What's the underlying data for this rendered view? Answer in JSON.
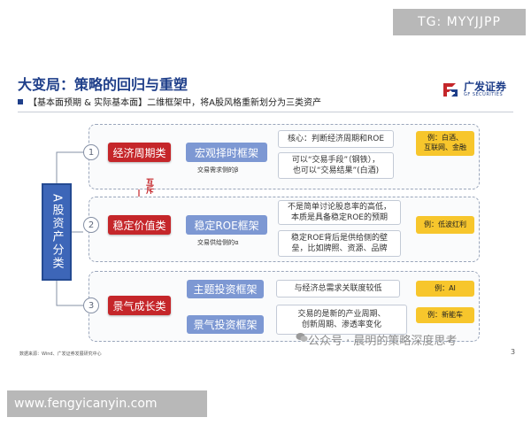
{
  "watermark_top": "TG: MYYJJPP",
  "watermark_bottom": "www.fengyicanyin.com",
  "title": "大变局：策略的回归与重塑",
  "subtitle": "【基本面预期 & 实际基本面】二维框架中，将A股风格重新划分为三类资产",
  "logo": {
    "main": "广发证券",
    "sub": "GF SECURITIES"
  },
  "asset_label": "A股资产分类",
  "mutual_label": "互斥",
  "sections": [
    {
      "number": "1",
      "category": "经济周期类",
      "frames": [
        {
          "label": "宏观择时框架",
          "caption": "交易需求侧的β"
        }
      ],
      "descriptions": [
        "核心：判断经济周期和ROE",
        "可以“交易手段”（钢铁），\n也可以“交易结果”(白酒)"
      ],
      "example": "例：白酒、\n互联网、金融"
    },
    {
      "number": "2",
      "category": "稳定价值类",
      "frames": [
        {
          "label": "稳定ROE框架",
          "caption": "交易供给侧的α"
        }
      ],
      "descriptions": [
        "不是简单讨论股息率的高低，\n本质是具备稳定ROE的预期",
        "稳定ROE背后是供给侧的壁\n垒，比如牌照、资源、品牌"
      ],
      "example": "例：低波红利"
    },
    {
      "number": "3",
      "category": "景气成长类",
      "frames": [
        {
          "label": "主题投资框架"
        },
        {
          "label": "景气投资框架"
        }
      ],
      "descriptions": [
        "与经济总需求关联度较低",
        "交易的是新的产业周期、\n创新周期、渗透率变化"
      ],
      "example_ai": "例：AI",
      "example_ev": "例：新能车"
    }
  ],
  "wechat_overlay": "公众号 · 晨明的策略深度思考",
  "source": "数据来源：Wind、广发证券发展研究中心",
  "page_number": "3"
}
